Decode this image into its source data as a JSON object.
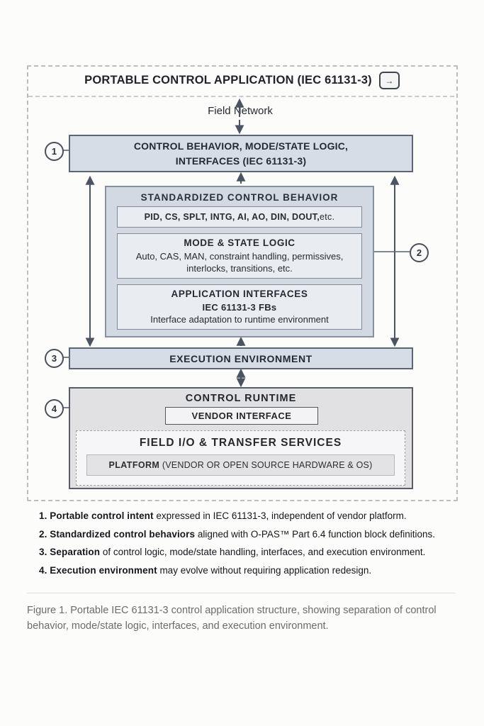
{
  "header": {
    "title": "PORTABLE CONTROL APPLICATION (IEC 61131-3)",
    "arrow_button": "→"
  },
  "field_network_label": "Field Network",
  "callouts": {
    "c1": "1",
    "c2": "2",
    "c3": "3",
    "c4": "4"
  },
  "control_behavior_box": {
    "title": "CONTROL BEHAVIOR, MODE/STATE LOGIC,\nINTERFACES (IEC 61131-3)"
  },
  "standardized_box": {
    "title": "STANDARDIZED CONTROL BEHAVIOR",
    "fb_list_main": "PID, CS, SPLT, INTG, AI, AO, DIN, DOUT,",
    "fb_list_suffix": " etc.",
    "mode_state": {
      "title": "MODE & STATE LOGIC",
      "body": "Auto, CAS, MAN, constraint handling, permissives,\ninterlocks, transitions, etc."
    },
    "app_interfaces": {
      "title": "APPLICATION INTERFACES",
      "subtitle": "IEC 61131-3 FBs",
      "body": "Interface adaptation to runtime environment"
    }
  },
  "execution_env_box": {
    "title": "EXECUTION ENVIRONMENT"
  },
  "control_runtime_box": {
    "title": "CONTROL RUNTIME",
    "vendor_interface_label": "VENDOR INTERFACE",
    "field_io": {
      "title": "FIELD I/O & TRANSFER SERVICES",
      "platform_bold": "PLATFORM",
      "platform_rest": " (VENDOR OR OPEN SOURCE HARDWARE & OS)"
    }
  },
  "notes": [
    {
      "lead": "1. Portable control intent",
      "rest": " expressed in IEC 61131-3, independent of vendor platform."
    },
    {
      "lead": "2. Standardized control behaviors",
      "rest": " aligned with O-PAS™ Part 6.4 function block definitions."
    },
    {
      "lead": "3. Separation",
      "rest": " of control logic, mode/state handling, interfaces, and execution environment."
    },
    {
      "lead": "4. Execution environment",
      "rest": " may evolve without requiring application redesign."
    }
  ],
  "caption": "Figure 1. Portable IEC 61131-3 control application structure, showing separation of control behavior, mode/state logic, interfaces, and execution environment.",
  "colors": {
    "box_fill_blue": "#d7dde6",
    "box_fill_gray": "#e1e1e4",
    "box_border_dark": "#5c6573",
    "arrow": "#4a5462",
    "dashed_frame": "#bdbdbd",
    "caption_text": "#6f6b67"
  }
}
